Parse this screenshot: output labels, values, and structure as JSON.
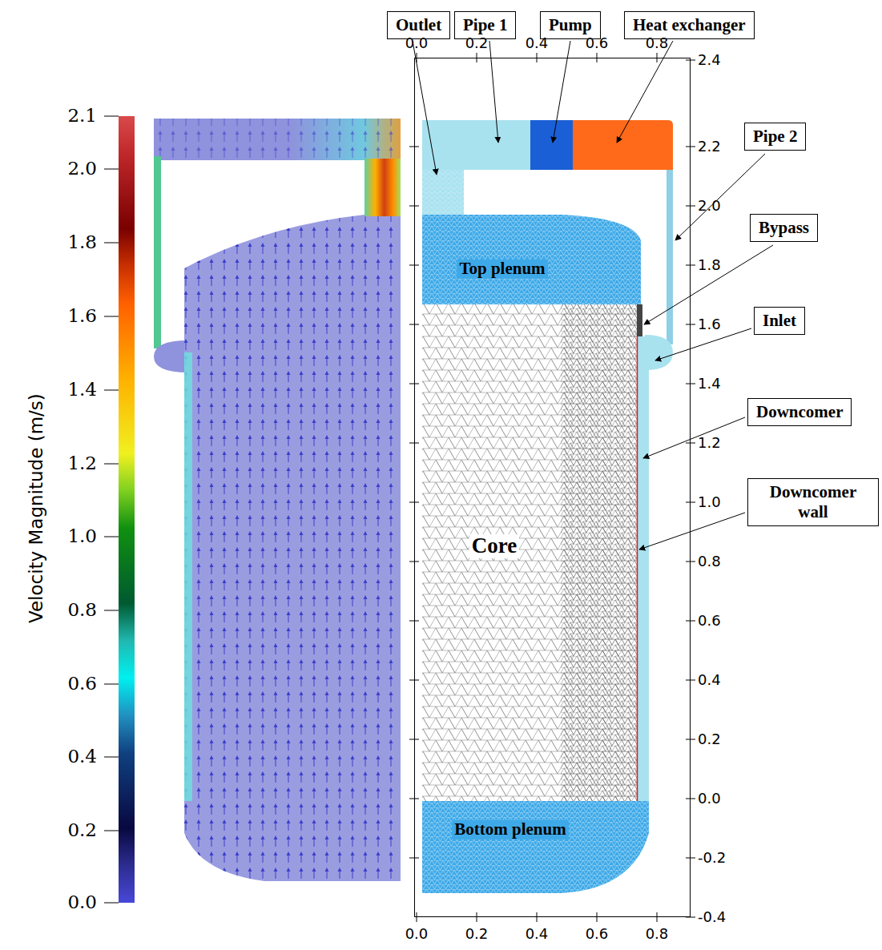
{
  "diagram": {
    "nodes": [
      {
        "text": [
          "Outlet"
        ]
      },
      {
        "text": [
          "Pipe 1"
        ]
      },
      {
        "text": [
          "Pump"
        ]
      },
      {
        "text": [
          "Heat exchanger"
        ]
      },
      {
        "text": [
          "Pipe 2"
        ]
      },
      {
        "text": [
          "Bypass"
        ]
      },
      {
        "text": [
          "Inlet"
        ]
      },
      {
        "text": [
          "Downcomer"
        ]
      },
      {
        "text": [
          "Downcomer wall"
        ]
      }
    ],
    "labels": [
      "Velocity Magnitude (m/s)",
      "2.1",
      "2.0",
      "1.8",
      "1.6",
      "1.4",
      "1.2",
      "1.0",
      "0.8",
      "0.6",
      "0.4",
      "0.2",
      "0.0",
      "0.0",
      "0.2",
      "0.4",
      "0.6",
      "0.8",
      "2.4",
      "2.2",
      "2.0",
      "1.8",
      "1.6",
      "1.4",
      "1.2",
      "1.0",
      "0.8",
      "0.6",
      "0.4",
      "0.2",
      "0.0",
      "-0.2",
      "-0.4",
      "0.0",
      "0.2",
      "0.4",
      "0.6",
      "0.8",
      "Top plenum",
      "Core",
      "Bottom plenum"
    ]
  }
}
